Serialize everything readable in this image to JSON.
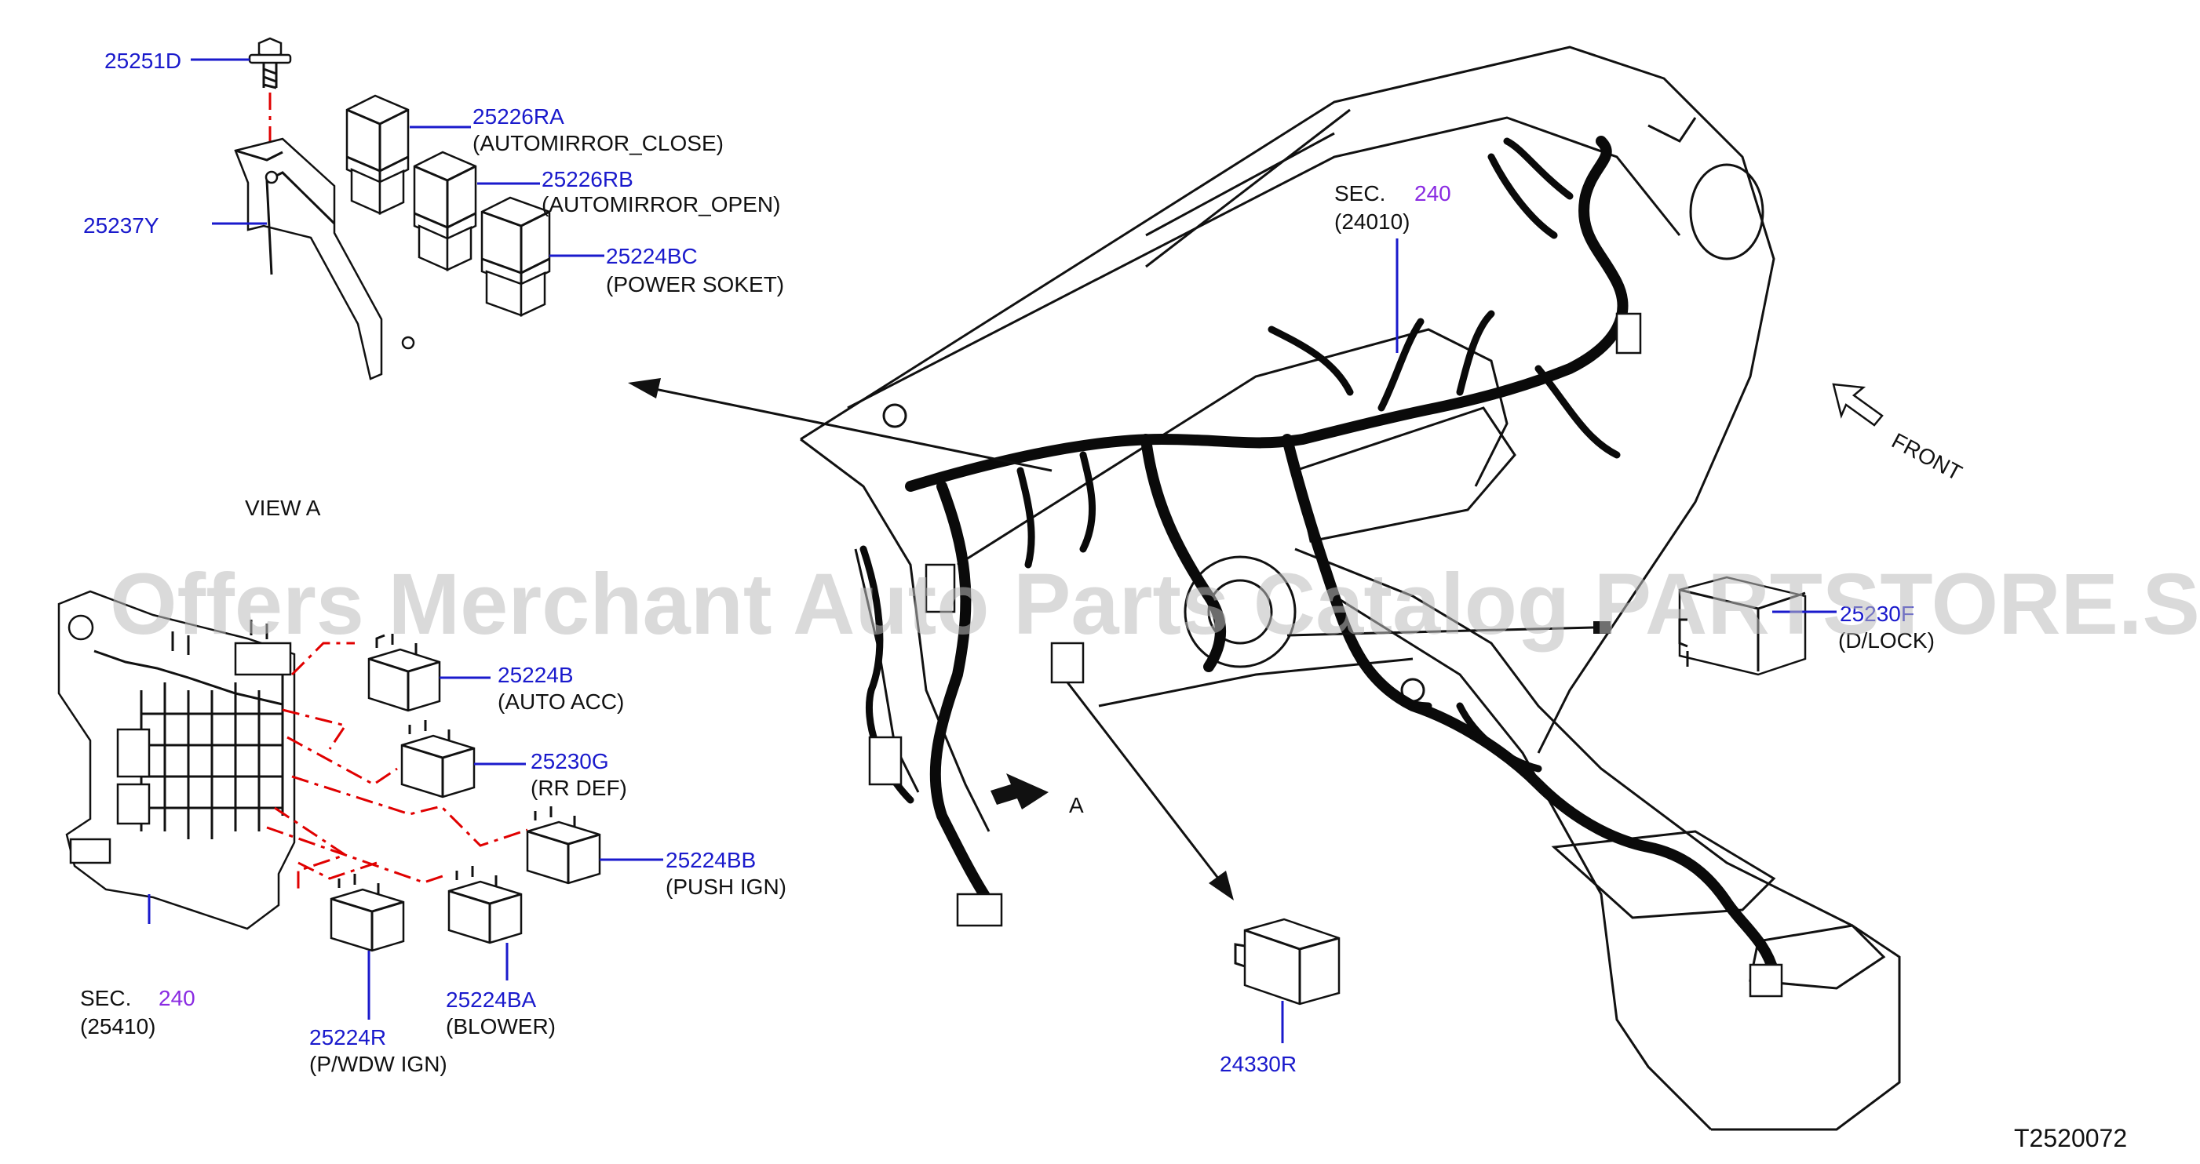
{
  "view_label": "VIEW   A",
  "diagram_code": "T2520072",
  "watermark": "Offers Merchant Auto Parts Catalog PARTSTORE.SA",
  "front_label": "FRONT",
  "view_arrow_label": "A",
  "parts": {
    "bolt": {
      "number": "25251D"
    },
    "bracket": {
      "number": "25237Y"
    },
    "relay_mirror_close": {
      "number": "25226RA",
      "desc": "(AUTOMIRROR_CLOSE)"
    },
    "relay_mirror_open": {
      "number": "25226RB",
      "desc": "(AUTOMIRROR_OPEN)"
    },
    "relay_power_socket": {
      "number": "25224BC",
      "desc": "(POWER   SOKET)"
    },
    "relay_auto_acc": {
      "number": "25224B",
      "desc": "(AUTO   ACC)"
    },
    "relay_rr_def": {
      "number": "25230G",
      "desc": "(RR   DEF)"
    },
    "relay_push_ign": {
      "number": "25224BB",
      "desc": "(PUSH   IGN)"
    },
    "relay_blower": {
      "number": "25224BA",
      "desc": "(BLOWER)"
    },
    "relay_pwdw_ign": {
      "number": "25224R",
      "desc": "(P/WDW   IGN)"
    },
    "relay_dlock": {
      "number": "25230F",
      "desc": "(D/LOCK)"
    },
    "relay_24330r": {
      "number": "24330R"
    }
  },
  "sections": {
    "fuse_block": {
      "prefix": "SEC.",
      "number": "240",
      "ref": "(25410)"
    },
    "main_harness": {
      "prefix": "SEC.",
      "number": "240",
      "ref": "(24010)"
    }
  }
}
